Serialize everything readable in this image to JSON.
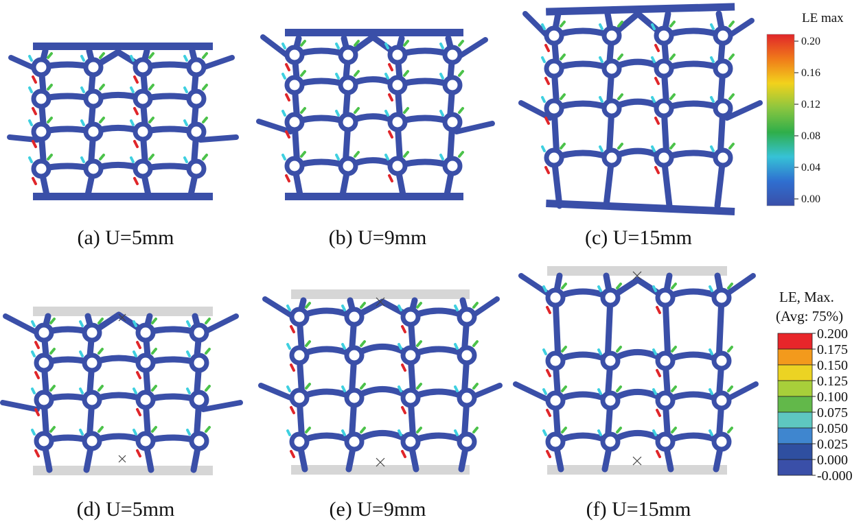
{
  "panels": [
    {
      "id": "a",
      "caption": "(a) U=5mm"
    },
    {
      "id": "b",
      "caption": "(b) U=9mm"
    },
    {
      "id": "c",
      "caption": "(c) U=15mm"
    },
    {
      "id": "d",
      "caption": "(d) U=5mm"
    },
    {
      "id": "e",
      "caption": "(e) U=9mm"
    },
    {
      "id": "f",
      "caption": "(f) U=15mm"
    }
  ],
  "legend_top": {
    "title": "LE max",
    "ticks": [
      "0.20",
      "0.16",
      "0.12",
      "0.08",
      "0.04",
      "0.00"
    ],
    "colors": [
      "#e0262a",
      "#f07a1a",
      "#f2d21c",
      "#8cc63f",
      "#2fae4a",
      "#36c2d6",
      "#2f6fd0",
      "#3a4fa8"
    ]
  },
  "legend_bottom": {
    "title_line1": "LE, Max.",
    "title_line2": "(Avg: 75%)",
    "ticks": [
      "0.200",
      "0.175",
      "0.150",
      "0.125",
      "0.100",
      "0.075",
      "0.050",
      "0.025",
      "0.000",
      "-0.000"
    ],
    "colors": [
      "#e8262a",
      "#f39a1c",
      "#ecd323",
      "#a8cf3a",
      "#62b84a",
      "#5ec7c0",
      "#3f86cf",
      "#2f4fa0",
      "#3a4fa8"
    ]
  },
  "colors": {
    "strut": "#3a4fa8",
    "plate_grey": "#d6d6d6",
    "hot_red": "#e0262a",
    "hot_green": "#4cc24a",
    "hot_cyan": "#3fd0e0"
  }
}
